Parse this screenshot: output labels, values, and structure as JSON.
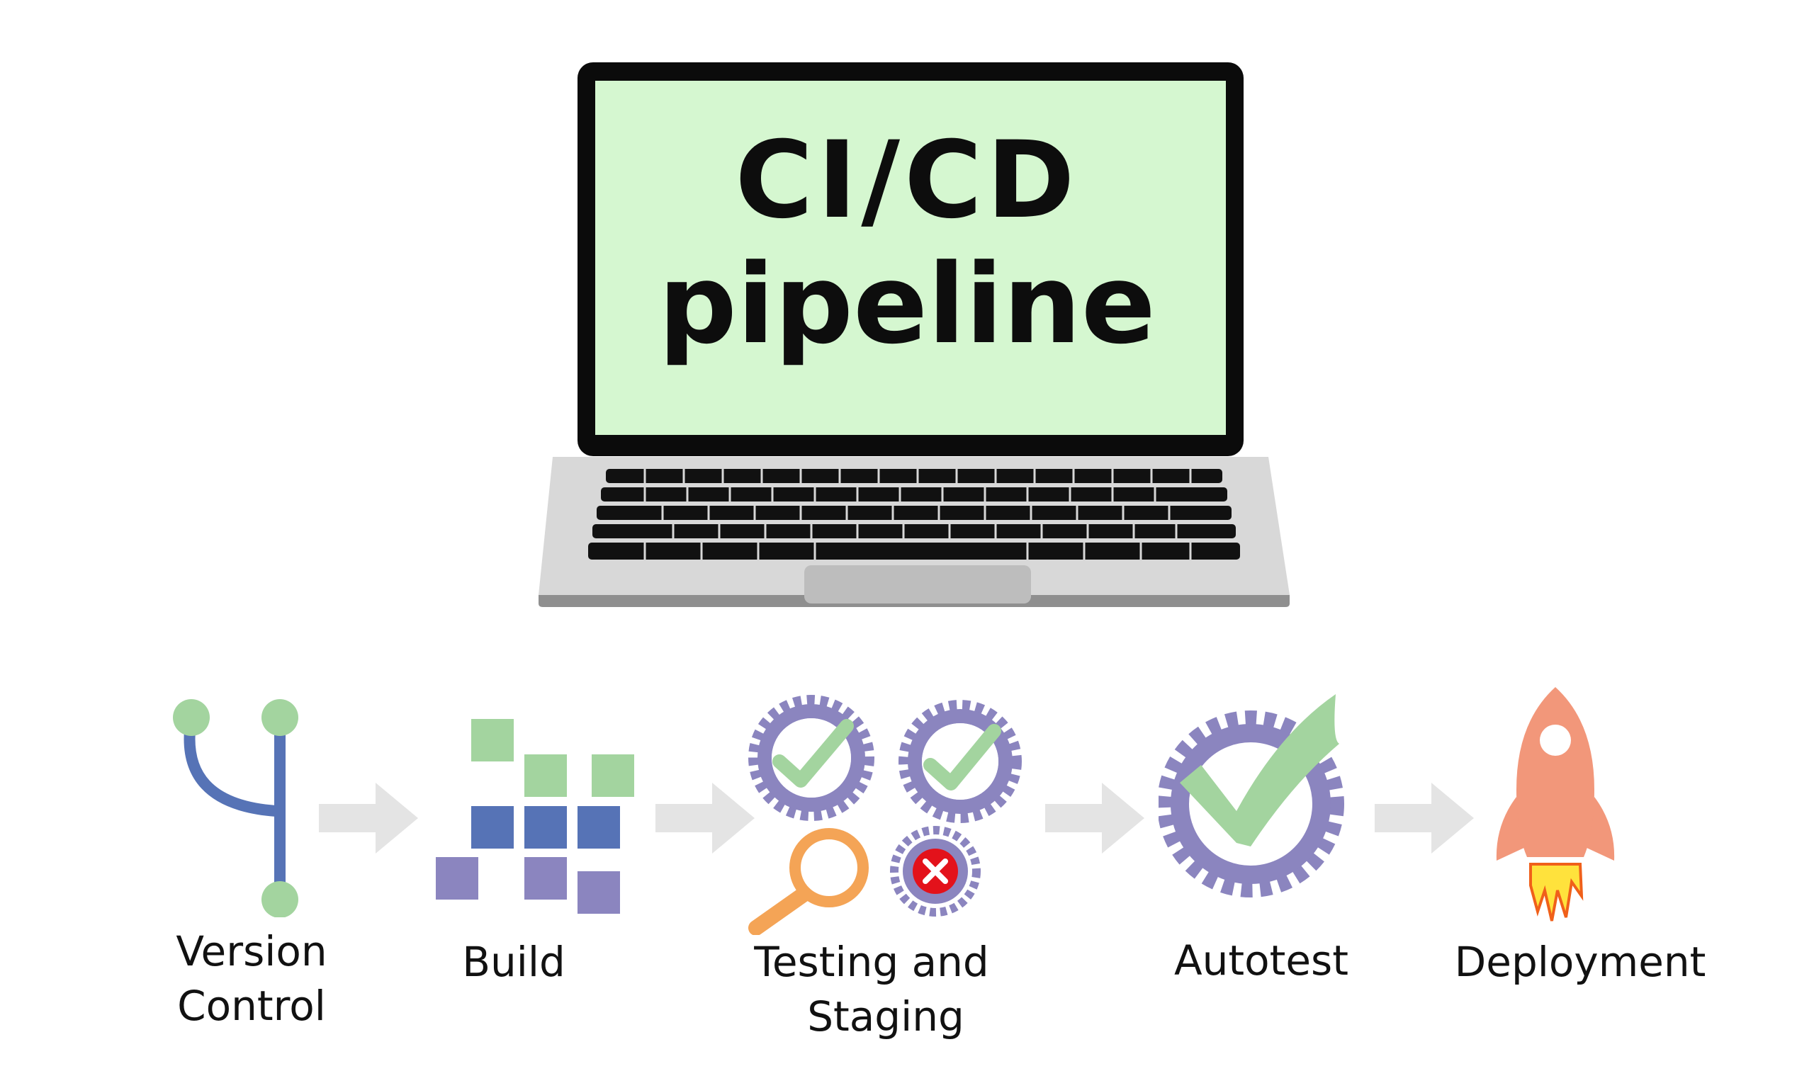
{
  "screen": {
    "title_line1": "CI/CD",
    "title_line2": "pipeline"
  },
  "stages": [
    {
      "id": "version-control",
      "label_line1": "Version",
      "label_line2": "Control",
      "icon": "branch-icon"
    },
    {
      "id": "build",
      "label_line1": "Build",
      "label_line2": "",
      "icon": "build-blocks-icon"
    },
    {
      "id": "testing",
      "label_line1": "Testing and",
      "label_line2": "Staging",
      "icon": "testing-gears-icon"
    },
    {
      "id": "autotest",
      "label_line1": "Autotest",
      "label_line2": "",
      "icon": "gear-check-icon"
    },
    {
      "id": "deployment",
      "label_line1": "Deployment",
      "label_line2": "",
      "icon": "rocket-icon"
    }
  ],
  "colors": {
    "screen_background": "#d5f7d0",
    "green": "#a3d49f",
    "blue": "#5673b6",
    "purple": "#8b85bf",
    "arrow": "#e4e4e4",
    "rocket": "#f2977a",
    "flame": "#ffe23c",
    "error_red": "#e3121b",
    "magnifier": "#f4a456"
  }
}
